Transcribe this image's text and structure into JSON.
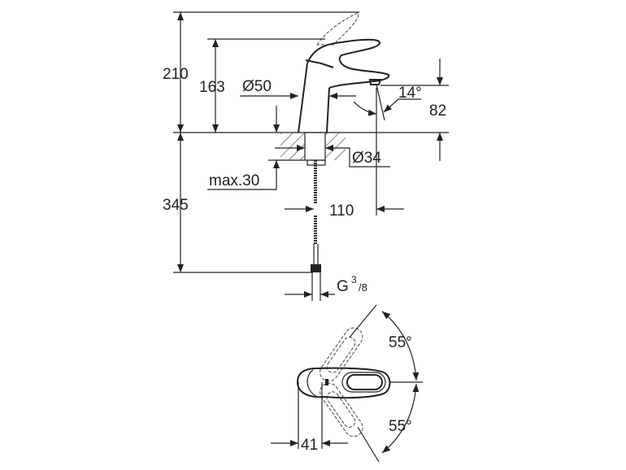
{
  "dimensions": {
    "total_height": "210",
    "spout_height": "163",
    "body_diameter": "Ø50",
    "spout_angle": "14°",
    "spout_clearance": "82",
    "hole_diameter": "Ø34",
    "max_deck_thickness": "max.30",
    "hose_length": "345",
    "spout_reach": "110",
    "connection_thread": "G",
    "connection_thread_num": "3",
    "connection_thread_den": "/8",
    "lever_angle_back": "55°",
    "lever_angle_front": "55°",
    "lever_offset": "41"
  },
  "colors": {
    "line": "#222222",
    "background": "#ffffff"
  }
}
